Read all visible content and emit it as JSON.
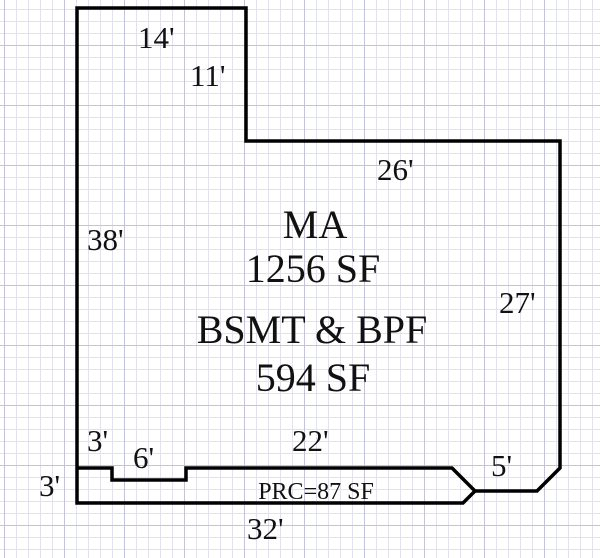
{
  "dimensions": {
    "top_left_width": "14'",
    "notch_depth": "11'",
    "upper_right_width": "26'",
    "left_height": "38'",
    "right_height": "27'",
    "bottom_left_step": "3'",
    "step_width": "6'",
    "bottom_inner_width": "22'",
    "corner_cut": "5'",
    "porch_depth": "3'",
    "porch_width": "32'"
  },
  "areas": {
    "main_label": "MA",
    "main_area": "1256 SF",
    "basement_label": "BSMT & BPF",
    "basement_area": "594 SF",
    "porch": "PRC=87 SF"
  },
  "colors": {
    "outline": "#000000",
    "grid_minor": "#e2e2ee",
    "grid_major": "#c4c4d8"
  }
}
